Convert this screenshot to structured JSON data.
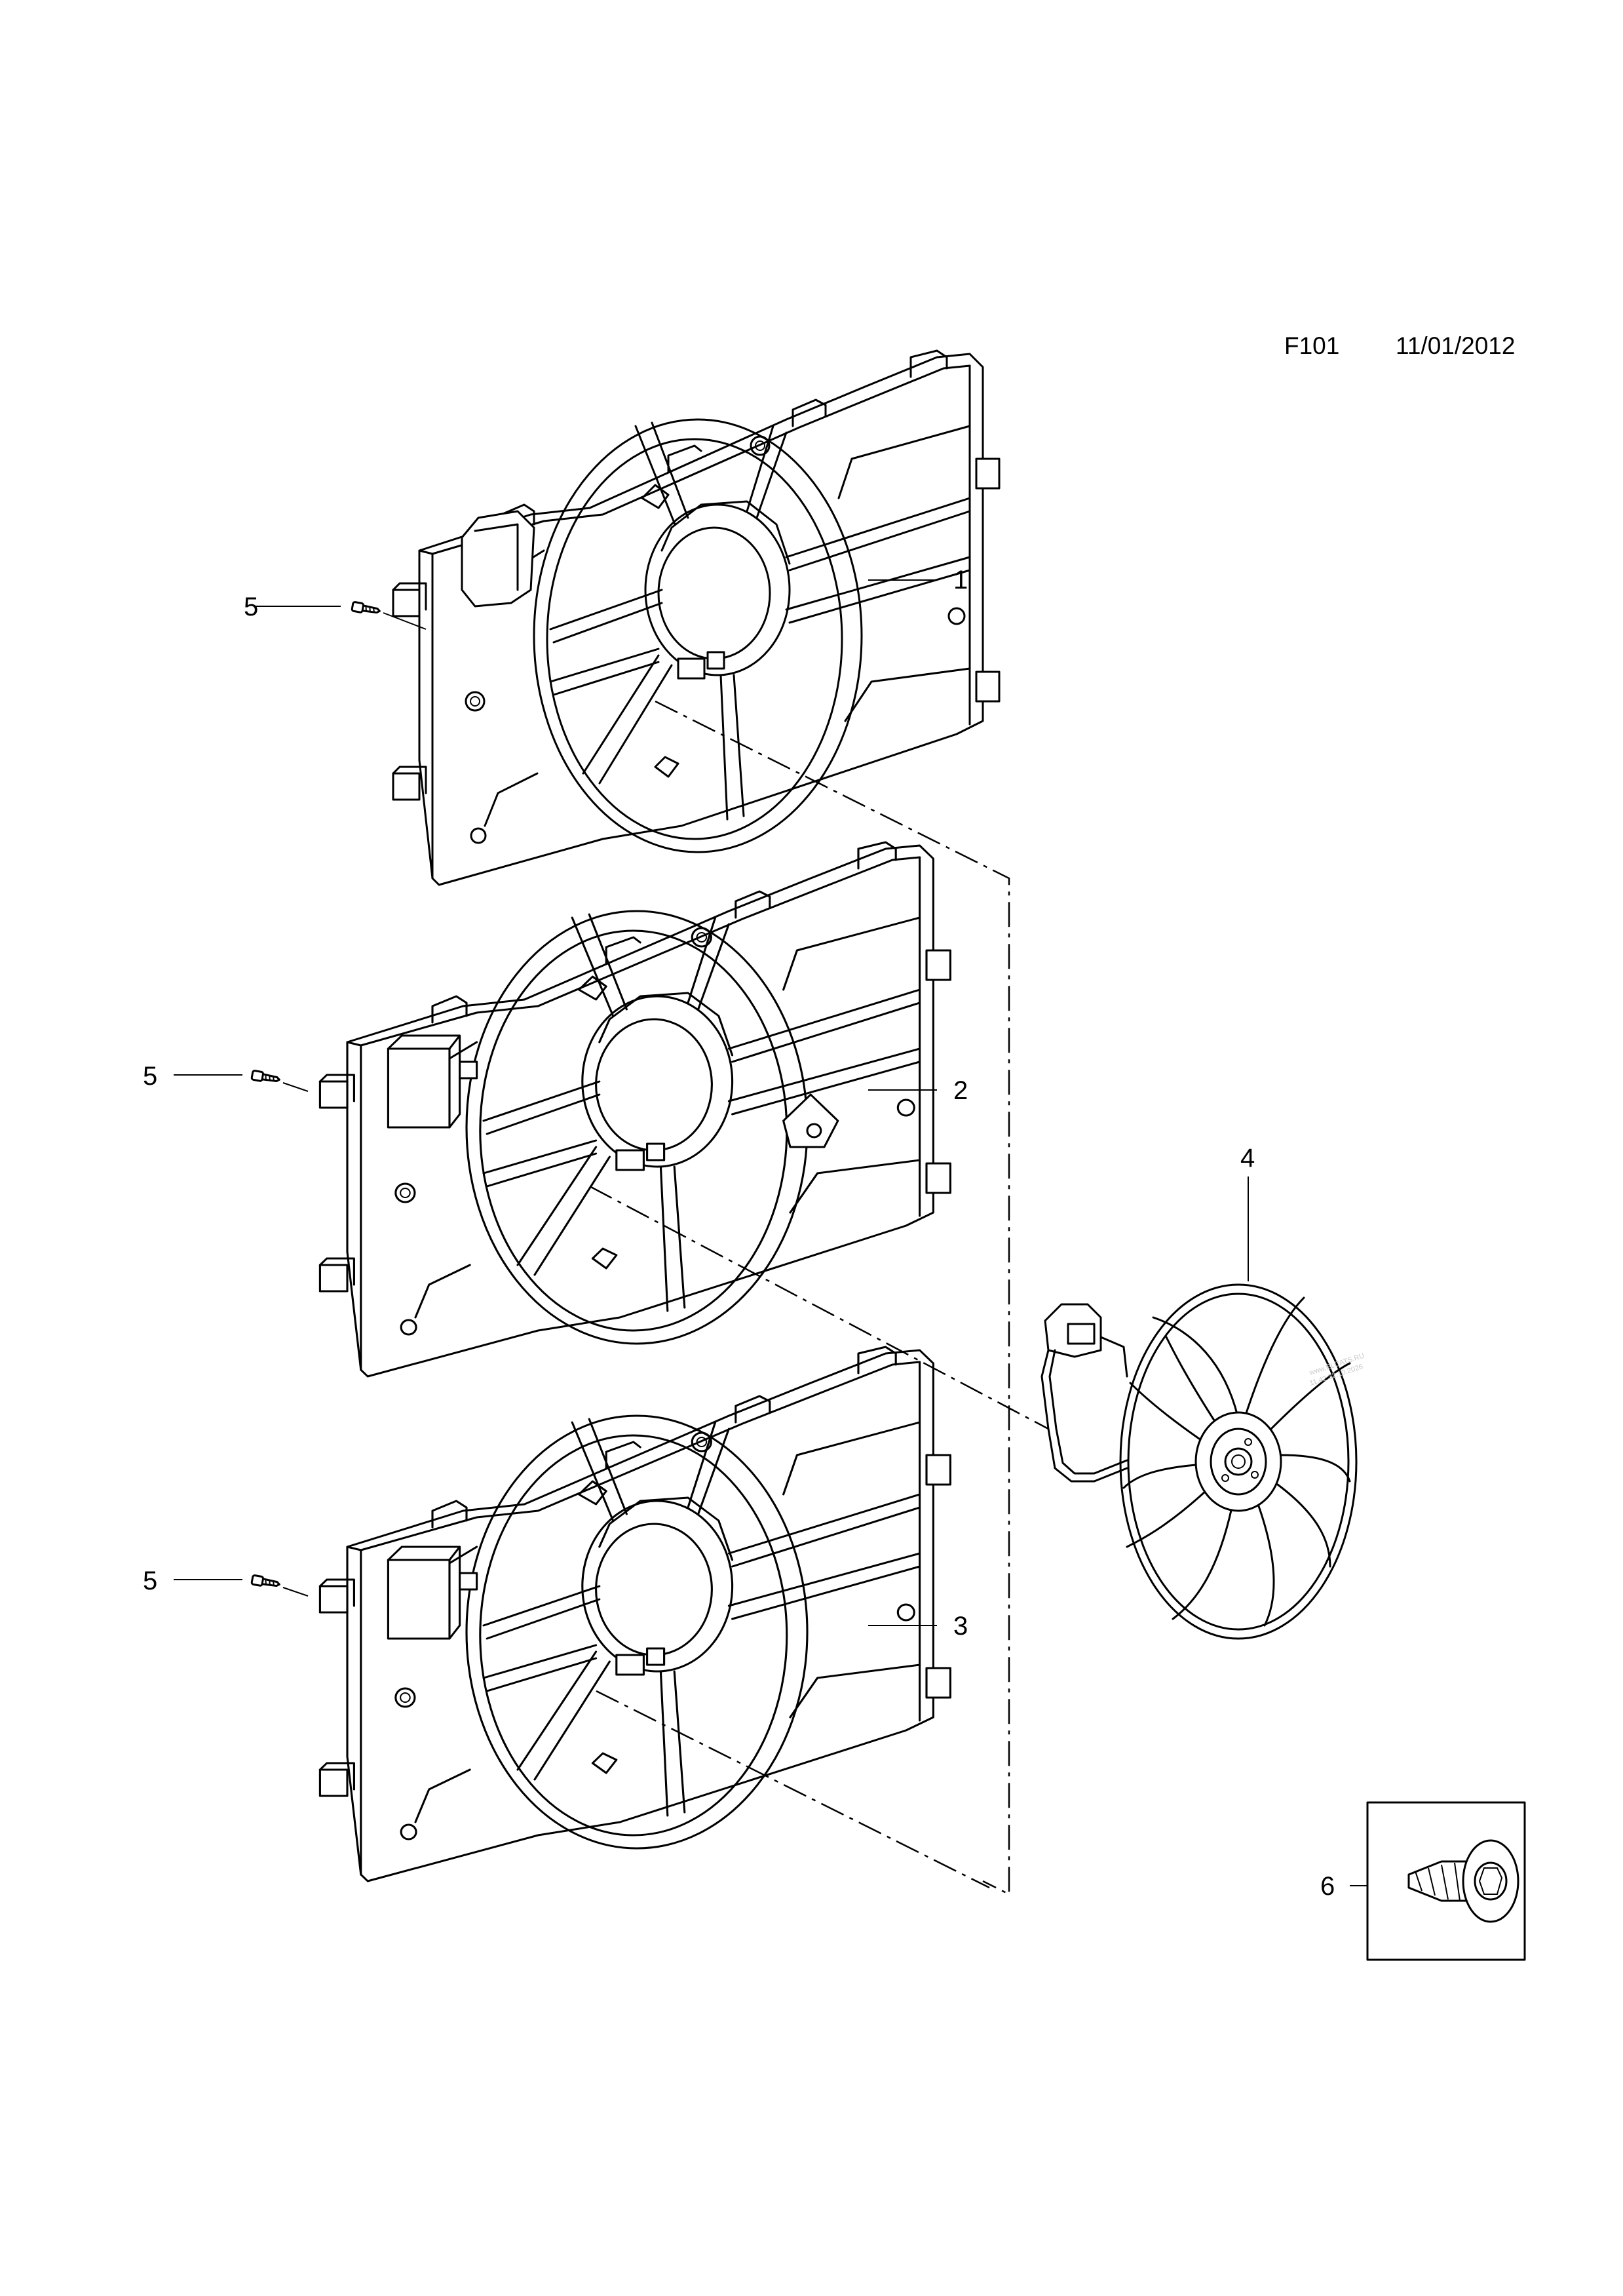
{
  "header": {
    "code": "F101",
    "date": "11/01/2012"
  },
  "callouts": [
    {
      "id": "1"
    },
    {
      "id": "2"
    },
    {
      "id": "3"
    },
    {
      "id": "4"
    },
    {
      "id": "5"
    },
    {
      "id": "5"
    },
    {
      "id": "5"
    },
    {
      "id": "6"
    }
  ],
  "watermark": {
    "line1": "www.ELCATS.RU",
    "line2": "11.42.32.10.2026"
  }
}
